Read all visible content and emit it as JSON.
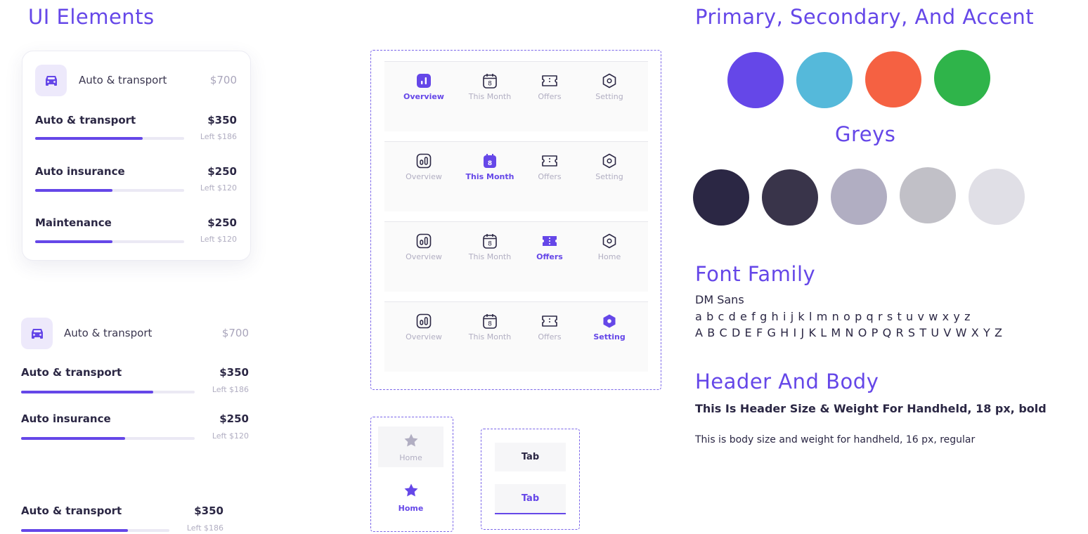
{
  "ui_elements": {
    "title": "UI Elements",
    "card": {
      "header": {
        "label": "Auto & transport",
        "amount": "$700"
      },
      "items": [
        {
          "name": "Auto & transport",
          "amount": "$350",
          "left": "Left $186",
          "progress": 0.72
        },
        {
          "name": "Auto insurance",
          "amount": "$250",
          "left": "Left $120",
          "progress": 0.52
        },
        {
          "name": "Maintenance",
          "amount": "$250",
          "left": "Left $120",
          "progress": 0.52
        }
      ]
    },
    "flat": {
      "header": {
        "label": "Auto & transport",
        "amount": "$700"
      },
      "items": [
        {
          "name": "Auto & transport",
          "amount": "$350",
          "left": "Left $186",
          "progress": 0.76
        },
        {
          "name": "Auto insurance",
          "amount": "$250",
          "left": "Left $120",
          "progress": 0.6
        }
      ]
    },
    "single": {
      "name": "Auto & transport",
      "amount": "$350",
      "left": "Left $186",
      "progress": 0.72
    }
  },
  "nav_bars": [
    {
      "active": 0,
      "items": [
        "Overview",
        "This Month",
        "Offers",
        "Setting"
      ]
    },
    {
      "active": 1,
      "items": [
        "Overview",
        "This Month",
        "Offers",
        "Setting"
      ]
    },
    {
      "active": 2,
      "items": [
        "Overview",
        "This Month",
        "Offers",
        "Home"
      ]
    },
    {
      "active": 3,
      "items": [
        "Overview",
        "This Month",
        "Offers",
        "Setting"
      ]
    }
  ],
  "calendar_day": "8",
  "home_states": {
    "inactive": "Home",
    "active": "Home"
  },
  "tab_states": {
    "inactive": "Tab",
    "active": "Tab"
  },
  "colors": {
    "title": "Primary, Secondary, And Accent",
    "swatches": [
      "#6547e8",
      "#55b9da",
      "#f56142",
      "#2fb44a"
    ],
    "greys_title": "Greys",
    "greys": [
      "#2b2744",
      "#39344a",
      "#b1aec2",
      "#c1c0c7",
      "#e0dfe6"
    ]
  },
  "font": {
    "title": "Font Family",
    "name": "DM Sans",
    "lower": "a b c d e f g h i j k l m n o p q r s t u v w x y z",
    "upper": "A B C D E F G H I J K L M N O P Q R S T U V W X Y Z"
  },
  "header_body": {
    "title": "Header And Body",
    "header": "This Is Header Size & Weight For Handheld, 18 px, bold",
    "body": "This is body size and weight for handheld, 16 px, regular"
  }
}
